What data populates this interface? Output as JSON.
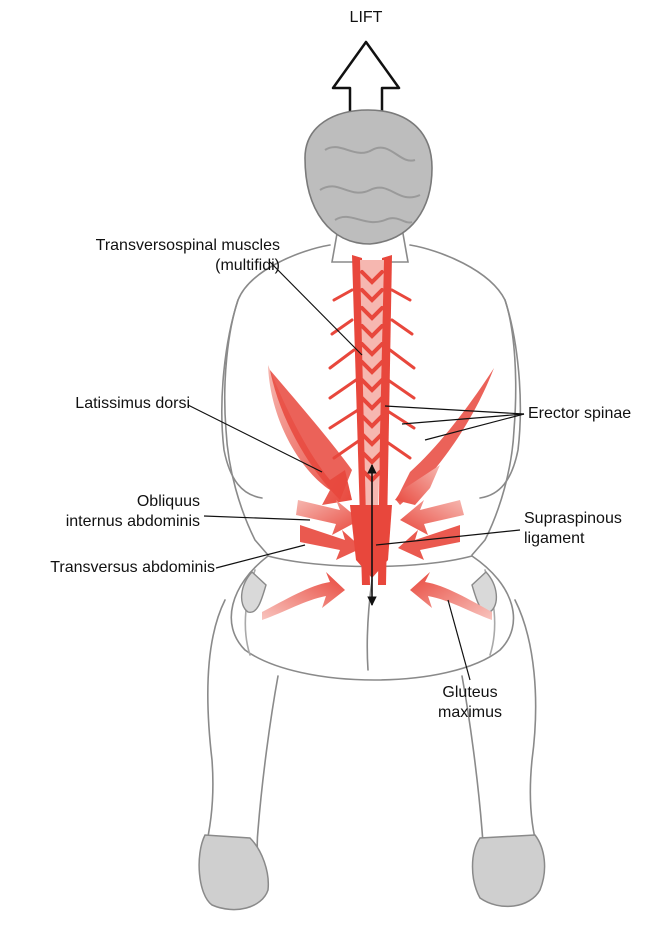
{
  "lift_label": "LIFT",
  "labels": {
    "transversospinal_line1": "Transversospinal muscles",
    "transversospinal_line2": "(multifidi)",
    "latissimus": "Latissimus dorsi",
    "obliquus_line1": "Obliquus",
    "obliquus_line2": "internus abdominis",
    "transversus": "Transversus abdominis",
    "erector": "Erector spinae",
    "supraspinous_line1": "Supraspinous",
    "supraspinous_line2": "ligament",
    "gluteus_line1": "Gluteus",
    "gluteus_line2": "maximus"
  },
  "colors": {
    "muscle": "#e8473c",
    "muscle_light": "#f6b7b0",
    "outline": "#8a8a8a",
    "head": "#bdbdbd",
    "leader": "#111111"
  }
}
